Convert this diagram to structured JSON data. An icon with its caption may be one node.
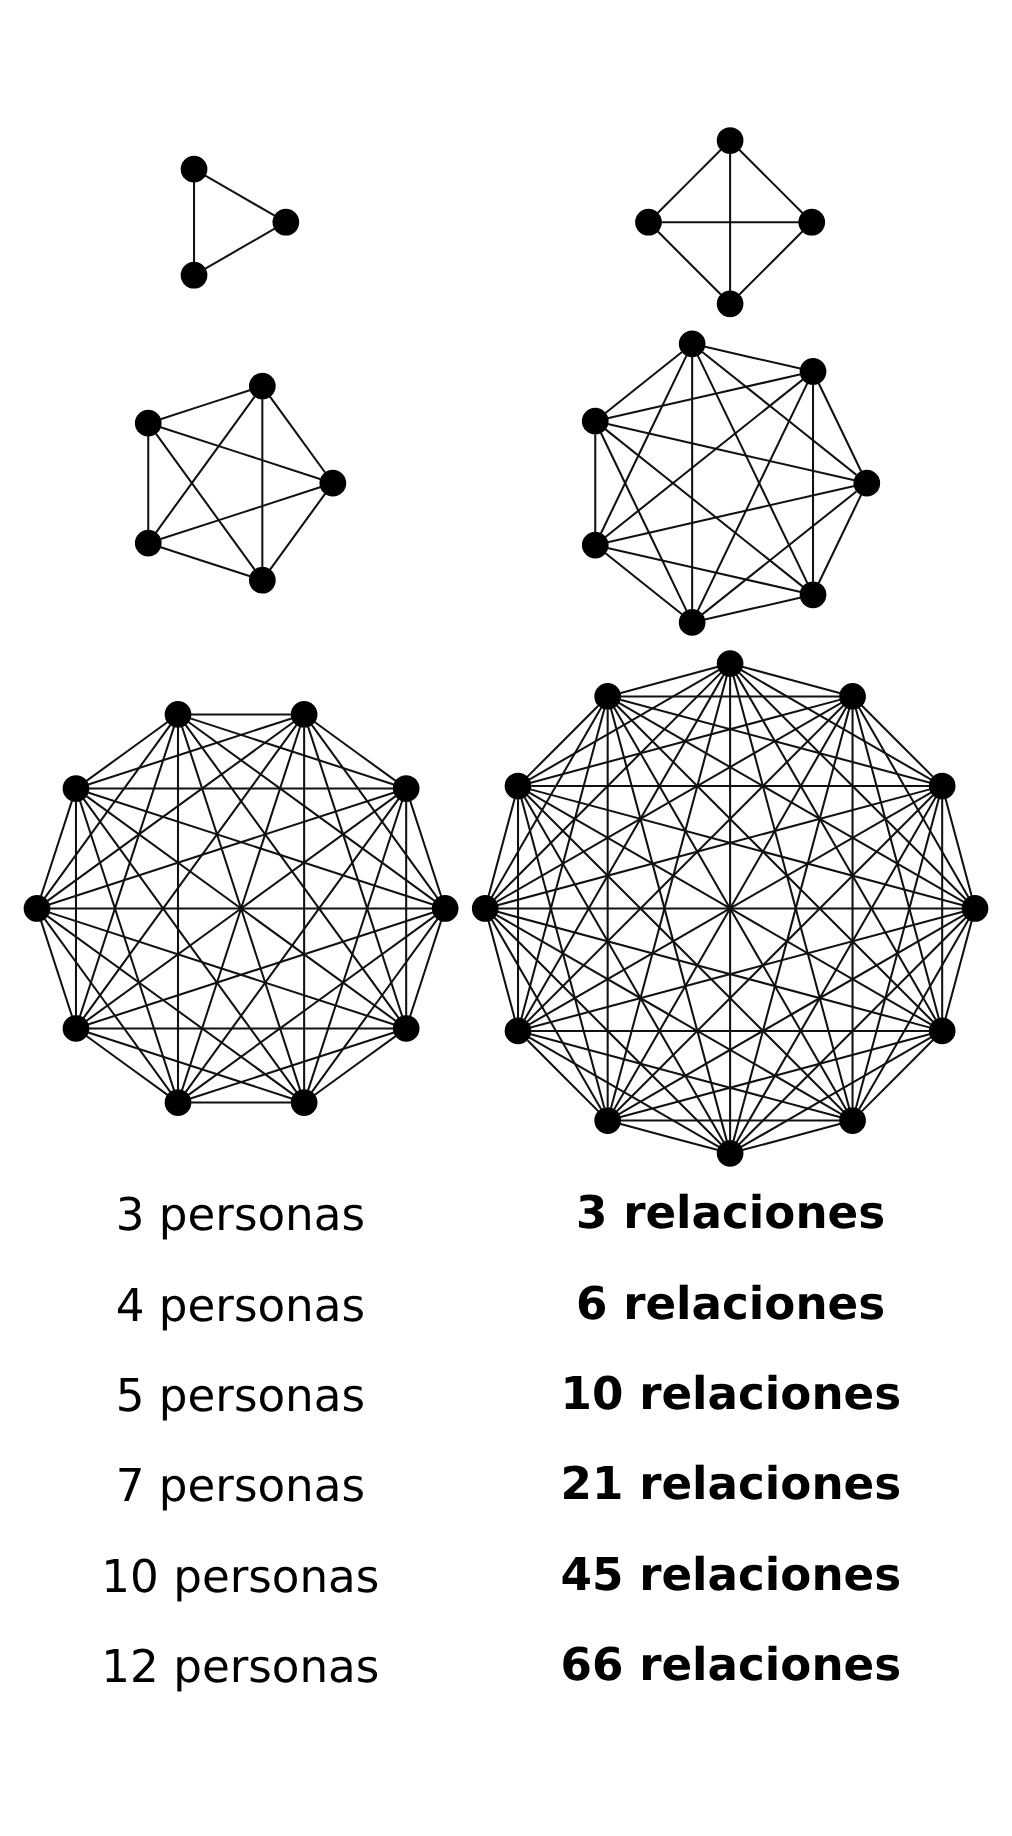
{
  "diagram": {
    "nodes": [
      {
        "text": [],
        "shape": "circle"
      },
      {
        "text": [],
        "shape": "circle"
      },
      {
        "text": [],
        "shape": "circle"
      },
      {
        "text": [],
        "shape": "circle"
      },
      {
        "text": [],
        "shape": "circle"
      },
      {
        "text": [],
        "shape": "circle"
      },
      {
        "text": [],
        "shape": "circle"
      },
      {
        "text": [],
        "shape": "circle"
      },
      {
        "text": [],
        "shape": "circle"
      },
      {
        "text": [],
        "shape": "circle"
      },
      {
        "text": [],
        "shape": "circle"
      },
      {
        "text": [],
        "shape": "circle"
      },
      {
        "text": [],
        "shape": "circle"
      },
      {
        "text": [],
        "shape": "circle"
      },
      {
        "text": [],
        "shape": "circle"
      },
      {
        "text": [],
        "shape": "circle"
      },
      {
        "text": [],
        "shape": "circle"
      },
      {
        "text": [],
        "shape": "circle"
      },
      {
        "text": [],
        "shape": "circle"
      },
      {
        "text": [],
        "shape": "circle"
      },
      {
        "text": [],
        "shape": "circle"
      },
      {
        "text": [],
        "shape": "circle"
      },
      {
        "text": [],
        "shape": "circle"
      },
      {
        "text": [],
        "shape": "circle"
      },
      {
        "text": [],
        "shape": "circle"
      },
      {
        "text": [],
        "shape": "circle"
      },
      {
        "text": [],
        "shape": "circle"
      },
      {
        "text": [],
        "shape": "circle"
      },
      {
        "text": [],
        "shape": "circle"
      },
      {
        "text": [],
        "shape": "circle"
      },
      {
        "text": [],
        "shape": "circle"
      },
      {
        "text": [],
        "shape": "circle"
      },
      {
        "text": [],
        "shape": "circle"
      },
      {
        "text": [],
        "shape": "circle"
      },
      {
        "text": [],
        "shape": "circle"
      },
      {
        "text": [],
        "shape": "circle"
      },
      {
        "text": [],
        "shape": "circle"
      },
      {
        "text": [],
        "shape": "circle"
      },
      {
        "text": [],
        "shape": "circle"
      },
      {
        "text": [],
        "shape": "circle"
      },
      {
        "text": [],
        "shape": "circle"
      }
    ],
    "edges": [
      {
        "from": 0,
        "to": 1,
        "arrow": "none"
      },
      {
        "from": 0,
        "to": 2,
        "arrow": "none"
      },
      {
        "from": 1,
        "to": 2,
        "arrow": "none"
      },
      {
        "from": 3,
        "to": 4,
        "arrow": "none"
      },
      {
        "from": 3,
        "to": 5,
        "arrow": "none"
      },
      {
        "from": 3,
        "to": 6,
        "arrow": "none"
      },
      {
        "from": 4,
        "to": 5,
        "arrow": "none"
      },
      {
        "from": 4,
        "to": 6,
        "arrow": "none"
      },
      {
        "from": 5,
        "to": 6,
        "arrow": "none"
      },
      {
        "from": 7,
        "to": 8,
        "arrow": "none"
      },
      {
        "from": 7,
        "to": 9,
        "arrow": "none"
      },
      {
        "from": 7,
        "to": 10,
        "arrow": "none"
      },
      {
        "from": 7,
        "to": 11,
        "arrow": "none"
      },
      {
        "from": 8,
        "to": 9,
        "arrow": "none"
      },
      {
        "from": 8,
        "to": 10,
        "arrow": "none"
      },
      {
        "from": 8,
        "to": 11,
        "arrow": "none"
      },
      {
        "from": 9,
        "to": 10,
        "arrow": "none"
      },
      {
        "from": 9,
        "to": 11,
        "arrow": "none"
      },
      {
        "from": 10,
        "to": 11,
        "arrow": "none"
      },
      {
        "from": 12,
        "to": 13,
        "arrow": "none"
      },
      {
        "from": 12,
        "to": 14,
        "arrow": "none"
      },
      {
        "from": 12,
        "to": 15,
        "arrow": "none"
      },
      {
        "from": 12,
        "to": 16,
        "arrow": "none"
      },
      {
        "from": 12,
        "to": 17,
        "arrow": "none"
      },
      {
        "from": 12,
        "to": 18,
        "arrow": "none"
      },
      {
        "from": 13,
        "to": 14,
        "arrow": "none"
      },
      {
        "from": 13,
        "to": 15,
        "arrow": "none"
      },
      {
        "from": 13,
        "to": 16,
        "arrow": "none"
      },
      {
        "from": 13,
        "to": 17,
        "arrow": "none"
      },
      {
        "from": 13,
        "to": 18,
        "arrow": "none"
      },
      {
        "from": 14,
        "to": 15,
        "arrow": "none"
      },
      {
        "from": 14,
        "to": 16,
        "arrow": "none"
      },
      {
        "from": 14,
        "to": 17,
        "arrow": "none"
      },
      {
        "from": 14,
        "to": 18,
        "arrow": "none"
      },
      {
        "from": 15,
        "to": 16,
        "arrow": "none"
      },
      {
        "from": 15,
        "to": 17,
        "arrow": "none"
      },
      {
        "from": 15,
        "to": 18,
        "arrow": "none"
      },
      {
        "from": 16,
        "to": 17,
        "arrow": "none"
      },
      {
        "from": 16,
        "to": 18,
        "arrow": "none"
      },
      {
        "from": 17,
        "to": 18,
        "arrow": "none"
      },
      {
        "from": 19,
        "to": 20,
        "arrow": "none"
      },
      {
        "from": 19,
        "to": 21,
        "arrow": "none"
      },
      {
        "from": 19,
        "to": 22,
        "arrow": "none"
      },
      {
        "from": 19,
        "to": 23,
        "arrow": "none"
      },
      {
        "from": 19,
        "to": 24,
        "arrow": "none"
      },
      {
        "from": 19,
        "to": 25,
        "arrow": "none"
      },
      {
        "from": 19,
        "to": 26,
        "arrow": "none"
      },
      {
        "from": 19,
        "to": 27,
        "arrow": "none"
      },
      {
        "from": 19,
        "to": 28,
        "arrow": "none"
      },
      {
        "from": 20,
        "to": 21,
        "arrow": "none"
      },
      {
        "from": 20,
        "to": 22,
        "arrow": "none"
      },
      {
        "from": 20,
        "to": 23,
        "arrow": "none"
      },
      {
        "from": 20,
        "to": 24,
        "arrow": "none"
      },
      {
        "from": 20,
        "to": 25,
        "arrow": "none"
      },
      {
        "from": 20,
        "to": 26,
        "arrow": "none"
      },
      {
        "from": 20,
        "to": 27,
        "arrow": "none"
      },
      {
        "from": 20,
        "to": 28,
        "arrow": "none"
      },
      {
        "from": 21,
        "to": 22,
        "arrow": "none"
      },
      {
        "from": 21,
        "to": 23,
        "arrow": "none"
      },
      {
        "from": 21,
        "to": 24,
        "arrow": "none"
      },
      {
        "from": 21,
        "to": 25,
        "arrow": "none"
      },
      {
        "from": 21,
        "to": 26,
        "arrow": "none"
      },
      {
        "from": 21,
        "to": 27,
        "arrow": "none"
      },
      {
        "from": 21,
        "to": 28,
        "arrow": "none"
      },
      {
        "from": 22,
        "to": 23,
        "arrow": "none"
      },
      {
        "from": 22,
        "to": 24,
        "arrow": "none"
      },
      {
        "from": 22,
        "to": 25,
        "arrow": "none"
      },
      {
        "from": 22,
        "to": 26,
        "arrow": "none"
      },
      {
        "from": 22,
        "to": 27,
        "arrow": "none"
      },
      {
        "from": 22,
        "to": 28,
        "arrow": "none"
      },
      {
        "from": 23,
        "to": 24,
        "arrow": "none"
      },
      {
        "from": 23,
        "to": 25,
        "arrow": "none"
      },
      {
        "from": 23,
        "to": 26,
        "arrow": "none"
      },
      {
        "from": 23,
        "to": 27,
        "arrow": "none"
      },
      {
        "from": 23,
        "to": 28,
        "arrow": "none"
      },
      {
        "from": 24,
        "to": 25,
        "arrow": "none"
      },
      {
        "from": 24,
        "to": 26,
        "arrow": "none"
      },
      {
        "from": 24,
        "to": 27,
        "arrow": "none"
      },
      {
        "from": 24,
        "to": 28,
        "arrow": "none"
      },
      {
        "from": 25,
        "to": 26,
        "arrow": "none"
      },
      {
        "from": 25,
        "to": 27,
        "arrow": "none"
      },
      {
        "from": 25,
        "to": 28,
        "arrow": "none"
      },
      {
        "from": 26,
        "to": 27,
        "arrow": "none"
      },
      {
        "from": 26,
        "to": 28,
        "arrow": "none"
      },
      {
        "from": 27,
        "to": 28,
        "arrow": "none"
      },
      {
        "from": 29,
        "to": 30,
        "arrow": "none"
      },
      {
        "from": 29,
        "to": 31,
        "arrow": "none"
      },
      {
        "from": 29,
        "to": 32,
        "arrow": "none"
      },
      {
        "from": 29,
        "to": 33,
        "arrow": "none"
      },
      {
        "from": 29,
        "to": 34,
        "arrow": "none"
      },
      {
        "from": 29,
        "to": 35,
        "arrow": "none"
      },
      {
        "from": 29,
        "to": 36,
        "arrow": "none"
      },
      {
        "from": 29,
        "to": 37,
        "arrow": "none"
      },
      {
        "from": 29,
        "to": 38,
        "arrow": "none"
      },
      {
        "from": 29,
        "to": 39,
        "arrow": "none"
      },
      {
        "from": 29,
        "to": 40,
        "arrow": "none"
      },
      {
        "from": 30,
        "to": 31,
        "arrow": "none"
      },
      {
        "from": 30,
        "to": 32,
        "arrow": "none"
      },
      {
        "from": 30,
        "to": 33,
        "arrow": "none"
      },
      {
        "from": 30,
        "to": 34,
        "arrow": "none"
      },
      {
        "from": 30,
        "to": 35,
        "arrow": "none"
      },
      {
        "from": 30,
        "to": 36,
        "arrow": "none"
      },
      {
        "from": 30,
        "to": 37,
        "arrow": "none"
      },
      {
        "from": 30,
        "to": 38,
        "arrow": "none"
      },
      {
        "from": 30,
        "to": 39,
        "arrow": "none"
      },
      {
        "from": 30,
        "to": 40,
        "arrow": "none"
      },
      {
        "from": 31,
        "to": 32,
        "arrow": "none"
      },
      {
        "from": 31,
        "to": 33,
        "arrow": "none"
      },
      {
        "from": 31,
        "to": 34,
        "arrow": "none"
      },
      {
        "from": 31,
        "to": 35,
        "arrow": "none"
      },
      {
        "from": 31,
        "to": 36,
        "arrow": "none"
      },
      {
        "from": 31,
        "to": 37,
        "arrow": "none"
      },
      {
        "from": 31,
        "to": 38,
        "arrow": "none"
      },
      {
        "from": 31,
        "to": 39,
        "arrow": "none"
      },
      {
        "from": 31,
        "to": 40,
        "arrow": "none"
      },
      {
        "from": 32,
        "to": 33,
        "arrow": "none"
      },
      {
        "from": 32,
        "to": 34,
        "arrow": "none"
      },
      {
        "from": 32,
        "to": 35,
        "arrow": "none"
      },
      {
        "from": 32,
        "to": 36,
        "arrow": "none"
      },
      {
        "from": 32,
        "to": 37,
        "arrow": "none"
      },
      {
        "from": 32,
        "to": 38,
        "arrow": "none"
      },
      {
        "from": 32,
        "to": 39,
        "arrow": "none"
      },
      {
        "from": 32,
        "to": 40,
        "arrow": "none"
      },
      {
        "from": 33,
        "to": 34,
        "arrow": "none"
      },
      {
        "from": 33,
        "to": 35,
        "arrow": "none"
      },
      {
        "from": 33,
        "to": 36,
        "arrow": "none"
      },
      {
        "from": 33,
        "to": 37,
        "arrow": "none"
      },
      {
        "from": 33,
        "to": 38,
        "arrow": "none"
      },
      {
        "from": 33,
        "to": 39,
        "arrow": "none"
      },
      {
        "from": 33,
        "to": 40,
        "arrow": "none"
      },
      {
        "from": 34,
        "to": 35,
        "arrow": "none"
      },
      {
        "from": 34,
        "to": 36,
        "arrow": "none"
      },
      {
        "from": 34,
        "to": 37,
        "arrow": "none"
      },
      {
        "from": 34,
        "to": 38,
        "arrow": "none"
      },
      {
        "from": 34,
        "to": 39,
        "arrow": "none"
      },
      {
        "from": 34,
        "to": 40,
        "arrow": "none"
      },
      {
        "from": 35,
        "to": 36,
        "arrow": "none"
      },
      {
        "from": 35,
        "to": 37,
        "arrow": "none"
      },
      {
        "from": 35,
        "to": 38,
        "arrow": "none"
      },
      {
        "from": 35,
        "to": 39,
        "arrow": "none"
      },
      {
        "from": 35,
        "to": 40,
        "arrow": "none"
      },
      {
        "from": 36,
        "to": 37,
        "arrow": "none"
      },
      {
        "from": 36,
        "to": 38,
        "arrow": "none"
      },
      {
        "from": 36,
        "to": 39,
        "arrow": "none"
      },
      {
        "from": 36,
        "to": 40,
        "arrow": "none"
      },
      {
        "from": 37,
        "to": 38,
        "arrow": "none"
      },
      {
        "from": 37,
        "to": 39,
        "arrow": "none"
      },
      {
        "from": 37,
        "to": 40,
        "arrow": "none"
      },
      {
        "from": 38,
        "to": 39,
        "arrow": "none"
      },
      {
        "from": 38,
        "to": 40,
        "arrow": "none"
      },
      {
        "from": 39,
        "to": 40,
        "arrow": "none"
      }
    ],
    "labels": [
      "3 personas",
      "3 relaciones",
      "4 personas",
      "6 relaciones",
      "5 personas",
      "10 relaciones",
      "7 personas",
      "21 relaciones",
      "10 personas",
      "45 relaciones",
      "12 personas",
      "66 relaciones"
    ]
  }
}
